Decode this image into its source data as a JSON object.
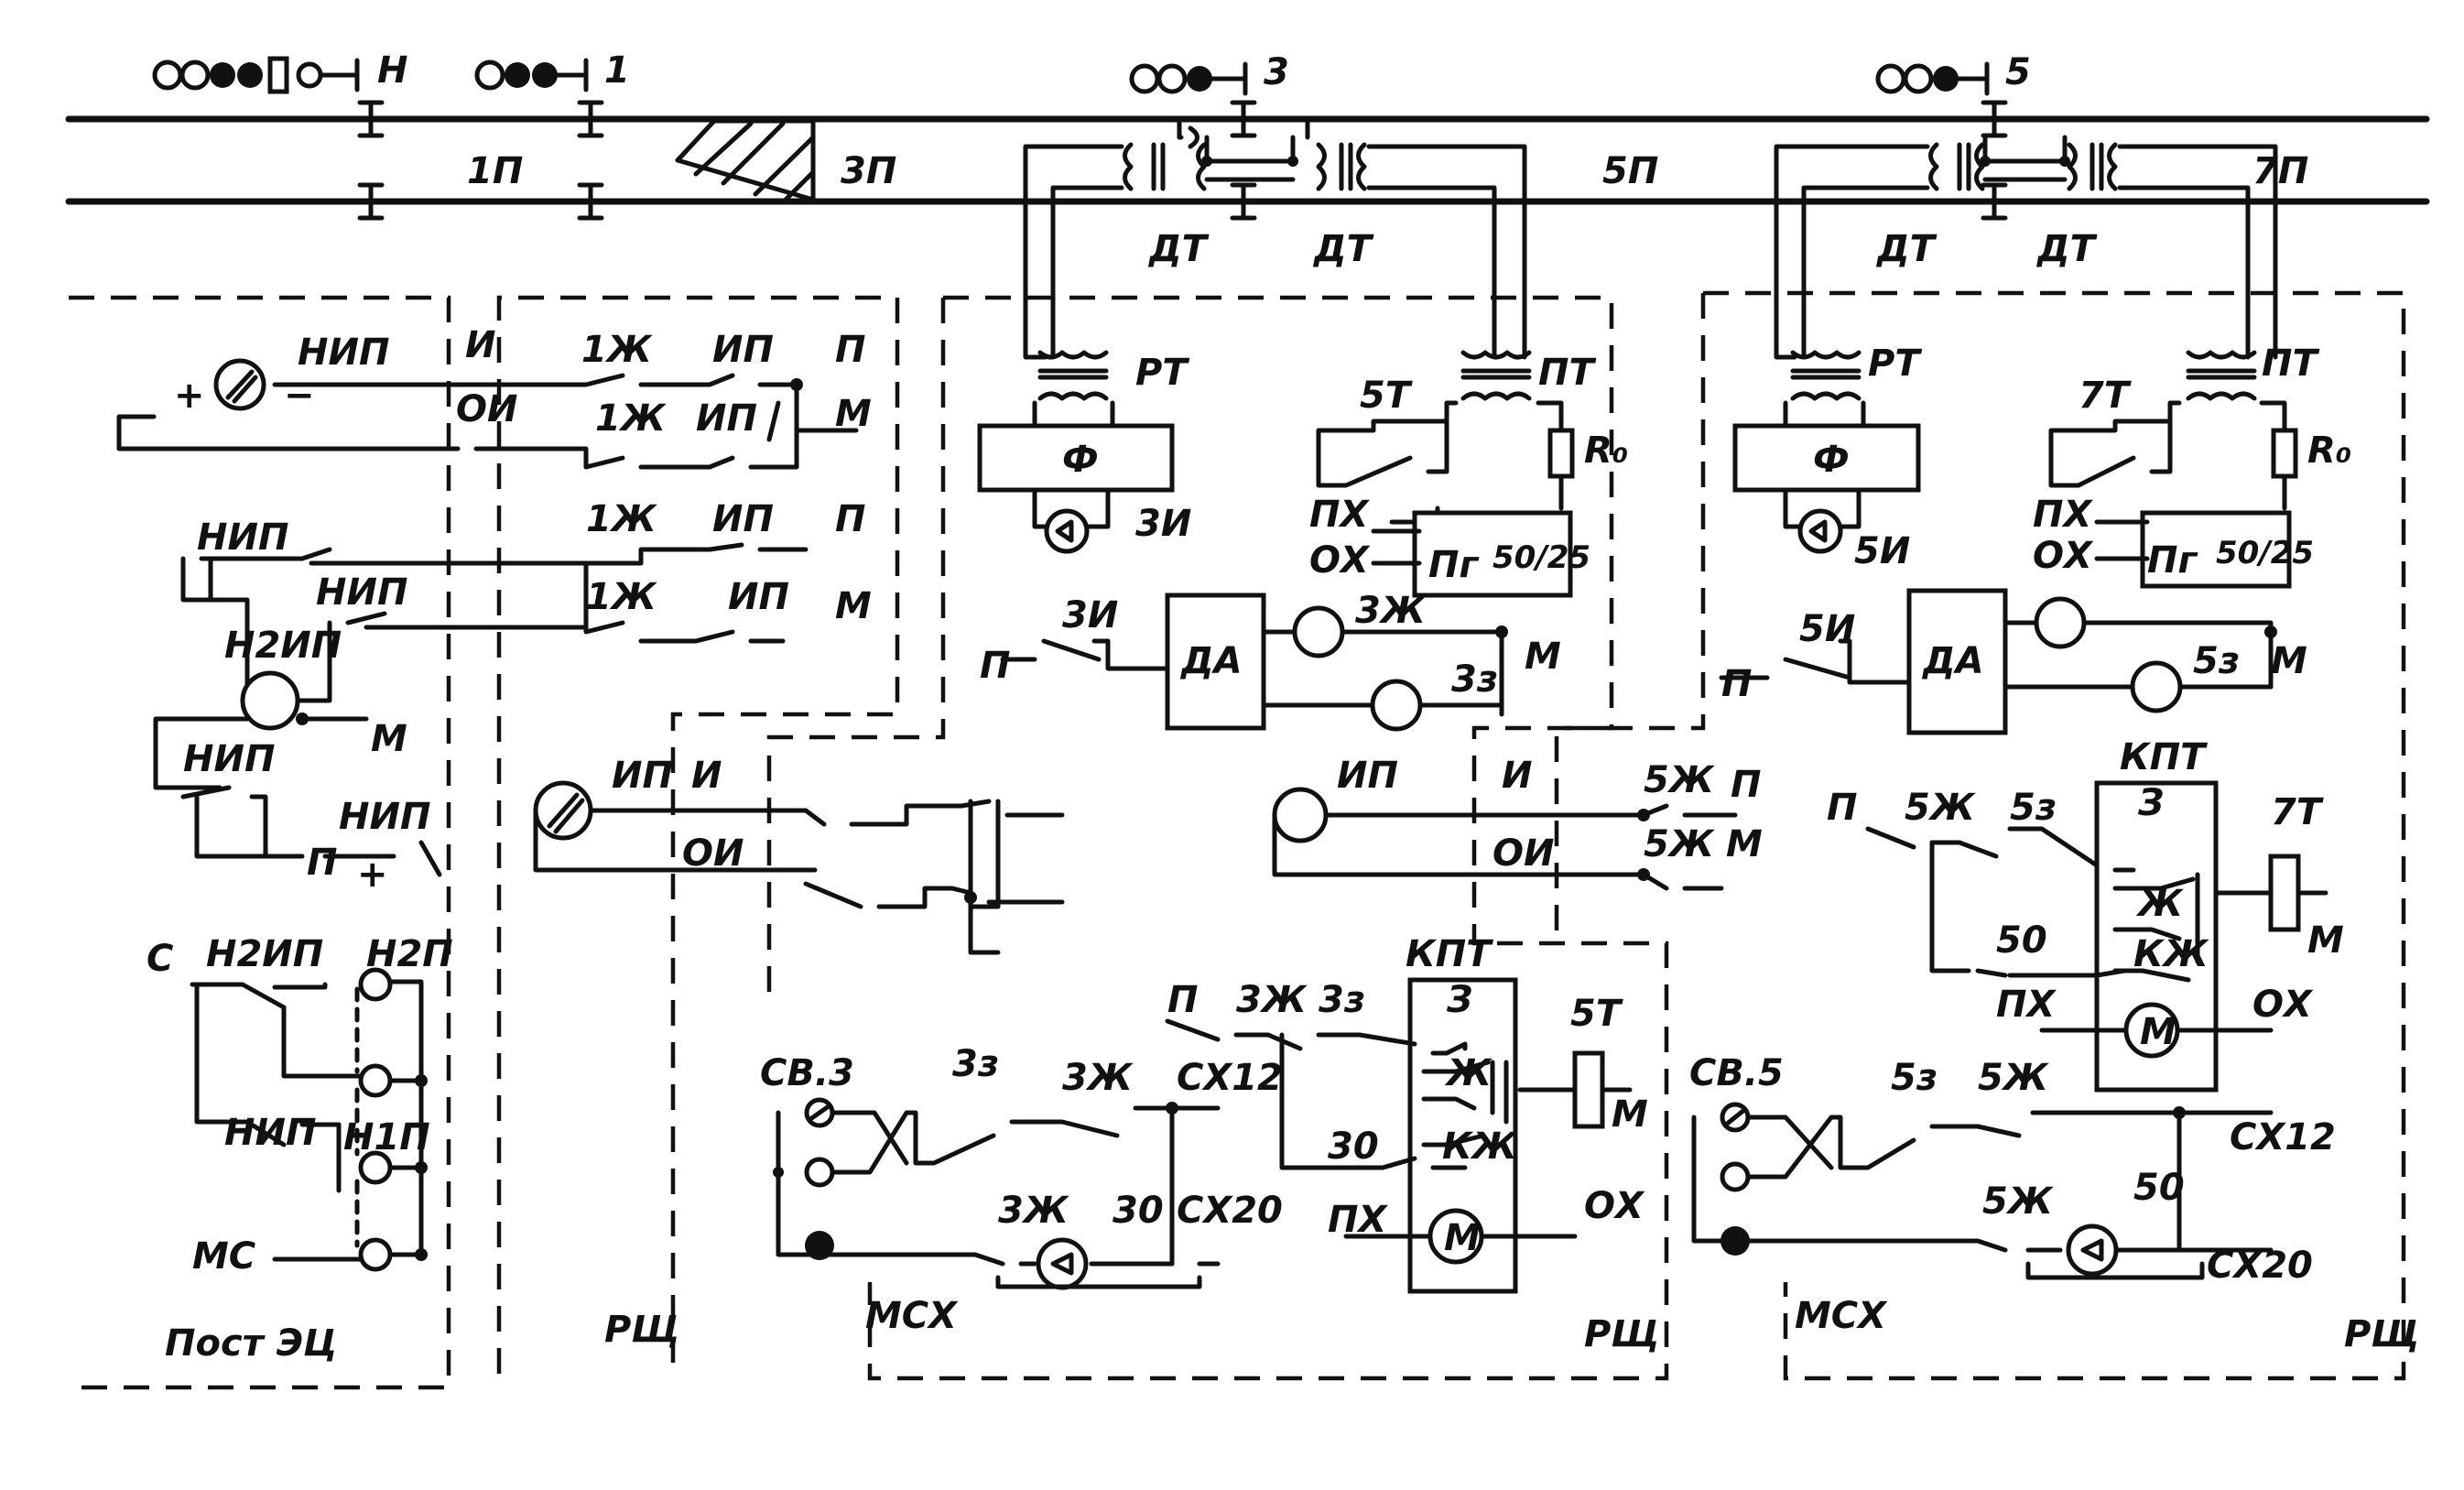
{
  "signals": {
    "n": "Н",
    "s1": "1",
    "s3": "3",
    "s5": "5"
  },
  "track": {
    "sec1": "1П",
    "sec3": "3П",
    "sec5": "5П",
    "sec7": "7П",
    "dt": "ДТ"
  },
  "post": {
    "title": "Пост ЭЦ",
    "nip": "НИП",
    "n2ip": "Н2ИП",
    "plus": "+",
    "minus": "−",
    "m": "М",
    "p": "П",
    "c": "С",
    "mc": "МС",
    "n2p": "Н2П",
    "n1p": "Н1П",
    "wire_i": "И",
    "wire_oi": "ОИ"
  },
  "rsh1": {
    "title": "РЩ",
    "k1zh": "1Ж",
    "ip": "ИП",
    "p": "П",
    "m": "М",
    "i": "И",
    "oi": "ОИ"
  },
  "rsh2": {
    "title": "РЩ",
    "rt": "РТ",
    "pt": "ПТ",
    "f": "Ф",
    "ind3": "3И",
    "t5": "5Т",
    "ro": "R₀",
    "px": "ПХ",
    "ox": "ОХ",
    "pg": "Пг",
    "freq": "50/25",
    "da": "ДА",
    "zh3": "3Ж",
    "z3": "3з",
    "p": "П",
    "m": "М",
    "ip": "ИП",
    "i": "И",
    "oi": "ОИ",
    "zh5": "5Ж",
    "kpt": "КПТ",
    "kz": "З",
    "kzh": "Ж",
    "kkzh": "КЖ",
    "motor": "М",
    "sv": "СВ.3",
    "cx12": "СХ12",
    "cx20": "СХ20",
    "d30": "30",
    "mcx": "МСХ"
  },
  "rsh3": {
    "title": "РЩ",
    "rt": "РТ",
    "pt": "ПТ",
    "f": "Ф",
    "ind5": "5И",
    "t7": "7Т",
    "ro": "R₀",
    "px": "ПХ",
    "ox": "ОХ",
    "pg": "Пг",
    "freq": "50/25",
    "da": "ДА",
    "z5": "5з",
    "zh5": "5Ж",
    "p": "П",
    "m": "М",
    "kpt": "КПТ",
    "kz": "З",
    "kzh": "Ж",
    "kkzh": "КЖ",
    "motor": "М",
    "d50": "50",
    "sv": "СВ.5",
    "cx12": "СХ12",
    "cx20": "СХ20",
    "mcx": "МСХ"
  }
}
